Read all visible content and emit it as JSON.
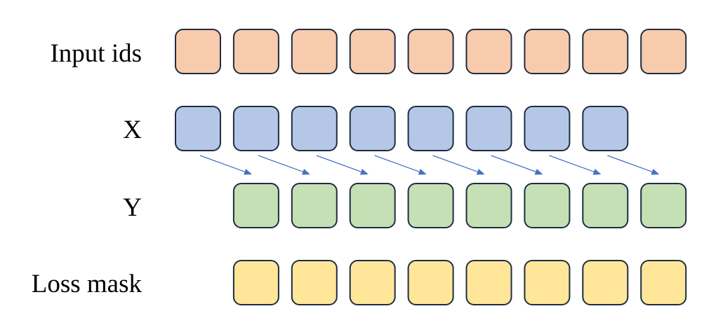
{
  "rows": [
    {
      "label": "Input ids",
      "color": "#f8cbad",
      "count": 9,
      "offset": 0
    },
    {
      "label": "X",
      "color": "#b4c7e7",
      "count": 8,
      "offset": 0
    },
    {
      "label": "Y",
      "color": "#c5e0b4",
      "count": 8,
      "offset": 1
    },
    {
      "label": "Loss mask",
      "color": "#ffe699",
      "count": 8,
      "offset": 1
    }
  ],
  "arrows": {
    "from_row": 1,
    "to_row": 2,
    "count": 8,
    "color": "#4472c4"
  },
  "colors": {
    "border": "#1f2d42",
    "arrow": "#4472c4"
  }
}
